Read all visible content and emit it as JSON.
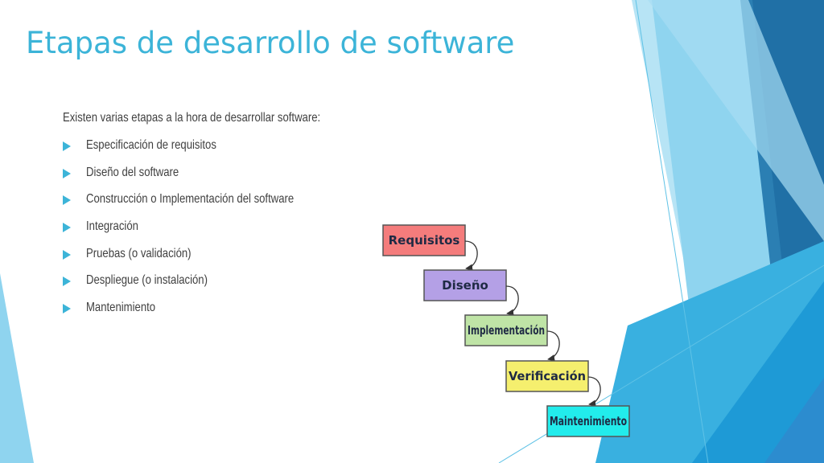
{
  "slide": {
    "title": "Etapas de desarrollo de software",
    "intro": "Existen varias etapas a la hora de desarrollar software:",
    "bullets": [
      "Especificación de requisitos",
      "Diseño del software",
      "Construcción o Implementación del software",
      "Integración",
      "Pruebas (o validación)",
      "Despliegue (o instalación)",
      "Mantenimiento"
    ],
    "bullet_icon": "triangle-right-icon",
    "accent_color": "#3cb4d8"
  },
  "diagram": {
    "stages": [
      {
        "label": "Requisitos",
        "color": "#f47c7c"
      },
      {
        "label": "Diseño",
        "color": "#b4a0e6"
      },
      {
        "label": "Implementación",
        "color": "#bfe4a6"
      },
      {
        "label": "Verificación",
        "color": "#f5ef6e"
      },
      {
        "label": "Maintenimiento",
        "color": "#22ecec"
      }
    ]
  }
}
